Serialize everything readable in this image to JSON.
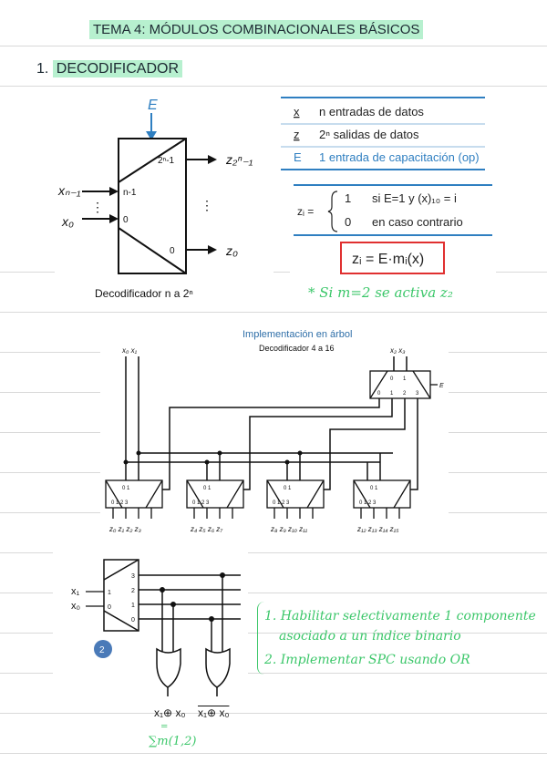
{
  "page": {
    "title": "TEMA 4: MÓDULOS COMBINACIONALES BÁSICOS",
    "section": {
      "number": "1.",
      "label": "DECODIFICADOR"
    }
  },
  "decoder_block": {
    "enable": "E",
    "top_out_port": "2ⁿ-1",
    "top_out_label": "z₂ⁿ₋₁",
    "bottom_out_port": "0",
    "bottom_out_label": "z₀",
    "in_top_label": "xₙ₋₁",
    "in_top_port": "n-1",
    "in_bottom_label": "x₀",
    "in_bottom_port": "0",
    "dots": "⋮",
    "caption": "Decodificador n a 2ⁿ"
  },
  "legend": {
    "rows": [
      {
        "sym": "x",
        "text": "n entradas de datos"
      },
      {
        "sym": "z",
        "text": "2ⁿ salidas de datos"
      },
      {
        "sym": "E",
        "text": "1 entrada de capacitación (op)"
      }
    ],
    "colors": {
      "accent": "#2f7fc1",
      "text": "#222222"
    }
  },
  "formula": {
    "lhs": "zᵢ =",
    "case1_val": "1",
    "case1_cond": "si E=1 y (x)₁₀ = i",
    "case2_val": "0",
    "case2_cond": "en caso contrario",
    "boxed": "zᵢ = E·mᵢ(x)",
    "box_color": "#e03030",
    "note": "* Si m=2 se activa z₂"
  },
  "tree": {
    "title": "Implementación en árbol",
    "subtitle": "Decodificador 4 a 16",
    "in_low": "x₀  x₁",
    "in_high": "x₂  x₃",
    "e_label": "E",
    "top_ports_in": [
      "0",
      "1"
    ],
    "top_ports_out": [
      "0",
      "1",
      "2",
      "3"
    ],
    "outputs": [
      "z₀ z₁ z₂ z₃",
      "z₄ z₅ z₆ z₇",
      "z₈ z₉ z₁₀ z₁₁",
      "z₁₂ z₁₃ z₁₄ z₁₅"
    ]
  },
  "spc": {
    "in1": "x₁",
    "in0": "x₀",
    "port_in1": "1",
    "port_in0": "0",
    "out_ports": [
      "3",
      "2",
      "1",
      "0"
    ],
    "badge": "2",
    "badge_color": "#4a7ab8",
    "out_left": "x₁⊕ x₀",
    "out_right": "x₁⊕ x₀",
    "eq": "=",
    "sum": "∑m(1,2)",
    "notes": [
      "1. Habilitar selectivamente 1 componente",
      "asociado a un índice binario",
      "2. Implementar SPC usando OR"
    ]
  }
}
